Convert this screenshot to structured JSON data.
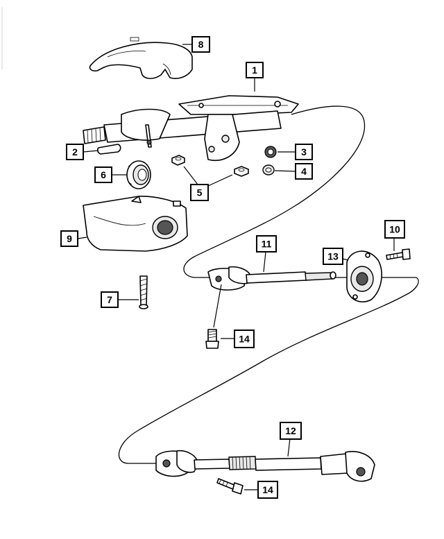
{
  "diagram": {
    "callouts": [
      {
        "id": "1",
        "label": "1"
      },
      {
        "id": "2",
        "label": "2"
      },
      {
        "id": "3",
        "label": "3"
      },
      {
        "id": "4",
        "label": "4"
      },
      {
        "id": "5",
        "label": "5"
      },
      {
        "id": "6",
        "label": "6"
      },
      {
        "id": "7",
        "label": "7"
      },
      {
        "id": "8",
        "label": "8"
      },
      {
        "id": "9",
        "label": "9"
      },
      {
        "id": "10",
        "label": "10"
      },
      {
        "id": "11",
        "label": "11"
      },
      {
        "id": "12",
        "label": "12"
      },
      {
        "id": "13",
        "label": "13"
      },
      {
        "id": "14a",
        "label": "14"
      },
      {
        "id": "14b",
        "label": "14"
      }
    ]
  }
}
